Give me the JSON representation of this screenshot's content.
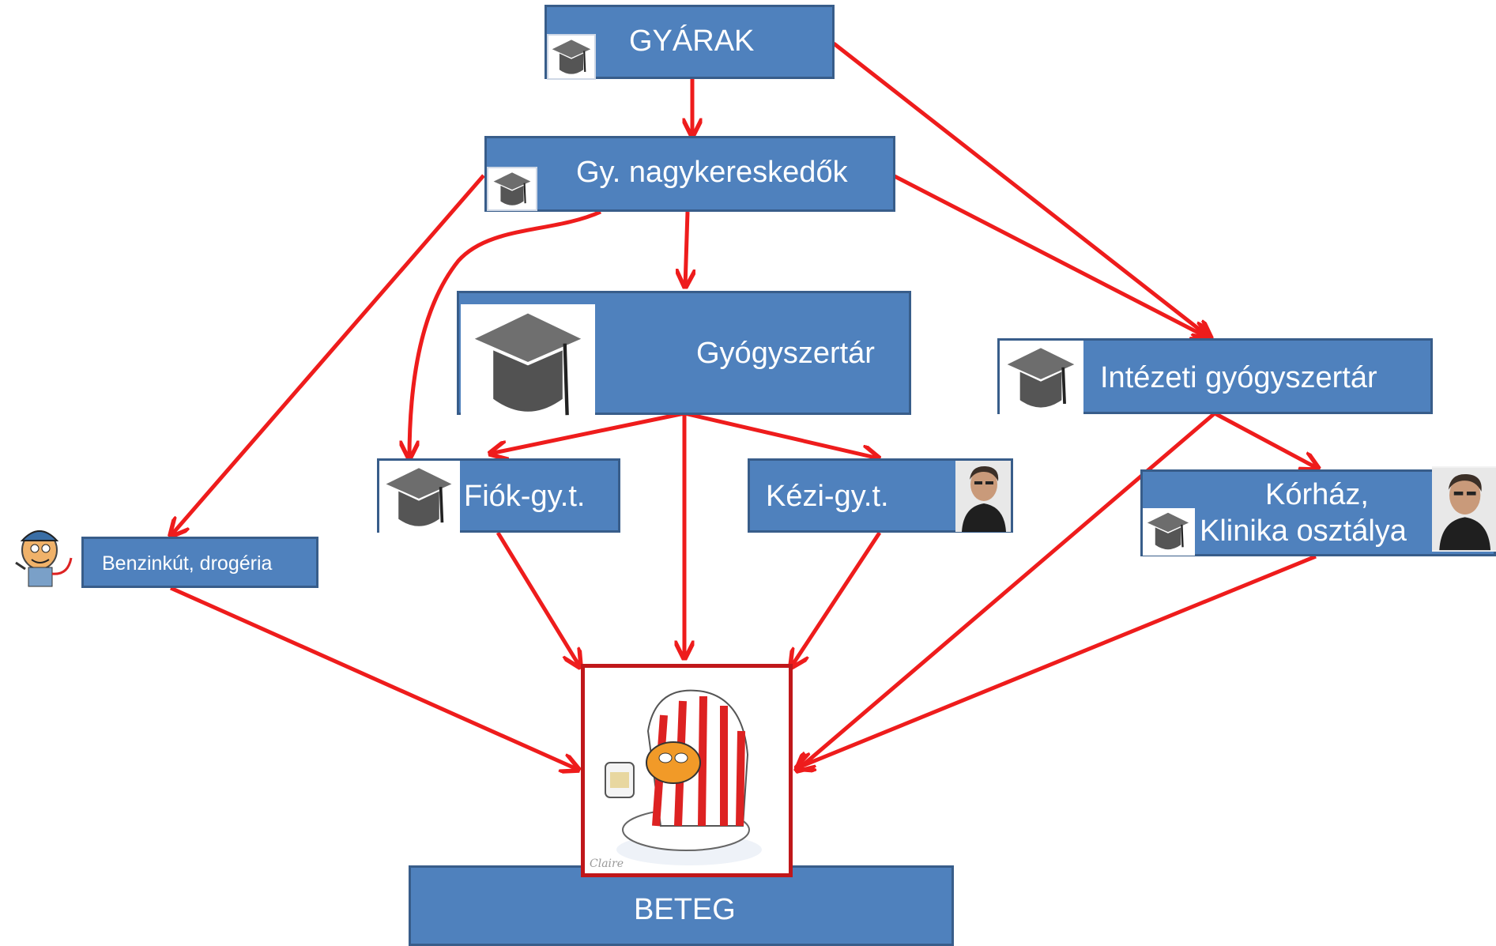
{
  "nodes": {
    "gyarak": "GYÁRAK",
    "nagyker": "Gy. nagykereskedők",
    "gyogyszertar": "Gyógyszertár",
    "intezeti": "Intézeti gyógyszertár",
    "fiok": "Fiók-gy.t.",
    "kezi": "Kézi-gy.t.",
    "korhaz_line1": "Kórház,",
    "korhaz_line2": "Klinika osztálya",
    "benzinkut": "Benzinkút, drogéria",
    "beteg": "BETEG"
  },
  "colors": {
    "box_fill": "#4f81bd",
    "box_border": "#385d8a",
    "arrow": "#ee1c1c",
    "text": "#ffffff"
  },
  "icons": {
    "cap": "graduation-cap-icon",
    "doctor": "doctor-portrait-icon",
    "mascot": "pump-mascot-icon",
    "patient": "sick-cat-patient-image"
  }
}
